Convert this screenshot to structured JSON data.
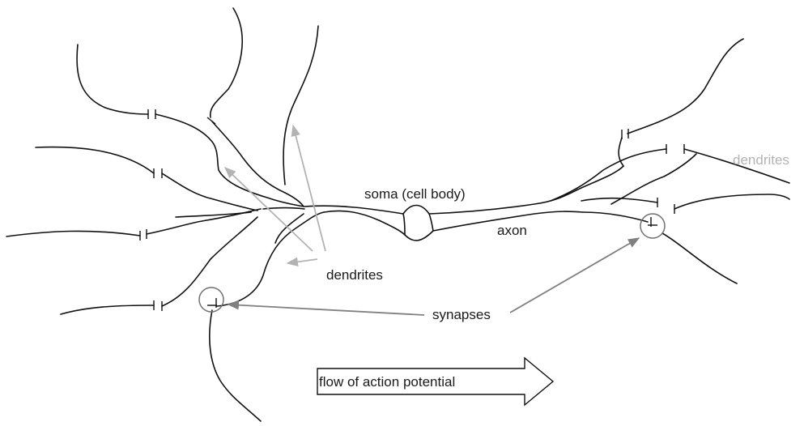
{
  "labels": {
    "soma": "soma (cell body)",
    "axon": "axon",
    "dendrites_center": "dendrites",
    "dendrites_right": "dendrites",
    "synapses": "synapses",
    "flow": "flow of action potential"
  },
  "colors": {
    "line": "#111111",
    "label_dark": "#1a1a1a",
    "label_gray": "#b3b3b3",
    "arrow_light": "#b3b3b3",
    "arrow_dark": "#808080",
    "synapse_circle": "#707070"
  }
}
